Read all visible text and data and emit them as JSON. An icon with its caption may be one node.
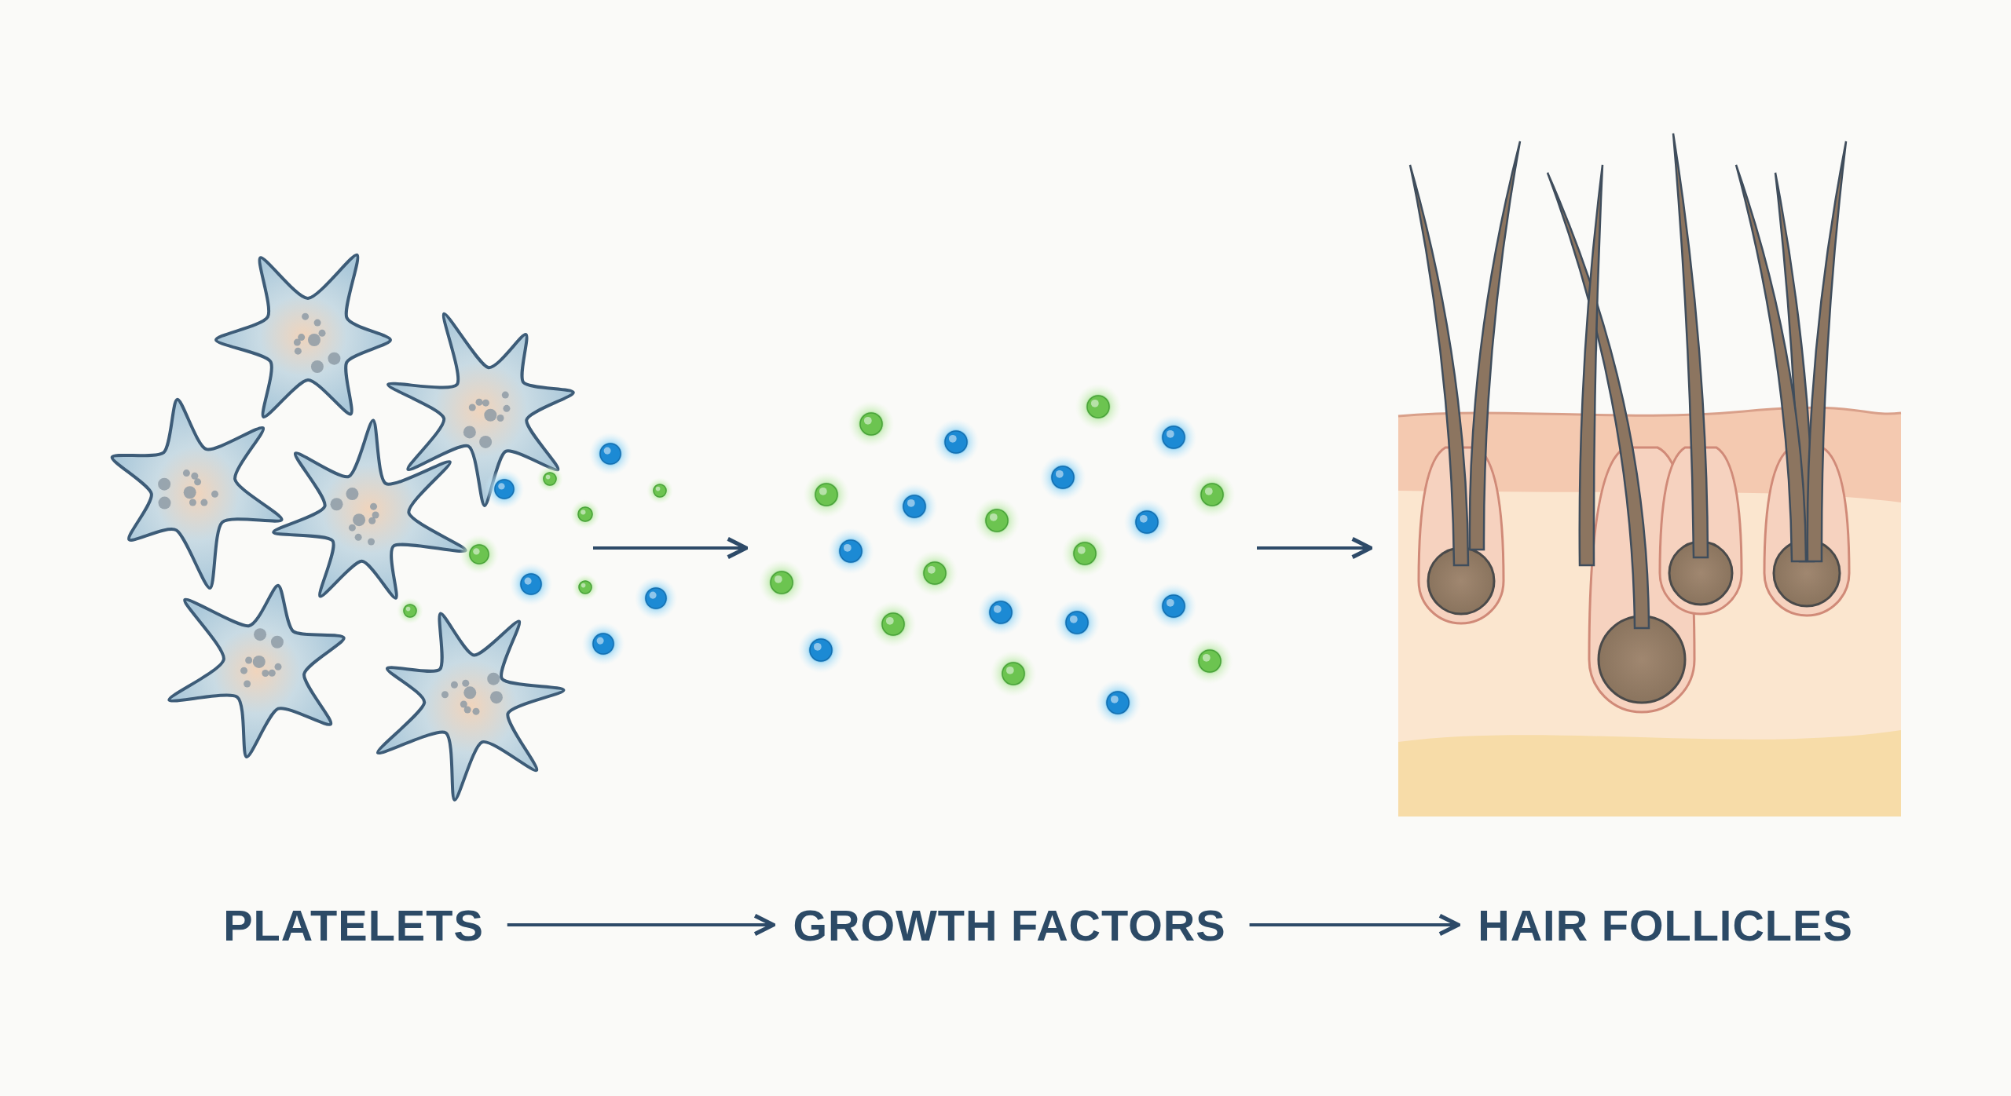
{
  "diagram": {
    "nodes": [
      {
        "text": [],
        "shape": "picture"
      },
      {
        "text": [],
        "shape": "picture"
      },
      {
        "text": [],
        "shape": "picture"
      },
      {
        "text": [
          "PLATELETS"
        ]
      },
      {
        "text": [
          "GROWTH FACTORS"
        ]
      },
      {
        "text": [
          "HAIR FOLLICLES"
        ]
      }
    ],
    "edges": [
      {
        "from": 0,
        "to": 1,
        "arrow": "to"
      },
      {
        "from": 1,
        "to": 2,
        "arrow": "to"
      },
      {
        "from": 3,
        "to": 4,
        "arrow": "to"
      },
      {
        "from": 4,
        "to": 5,
        "arrow": "to"
      }
    ]
  }
}
